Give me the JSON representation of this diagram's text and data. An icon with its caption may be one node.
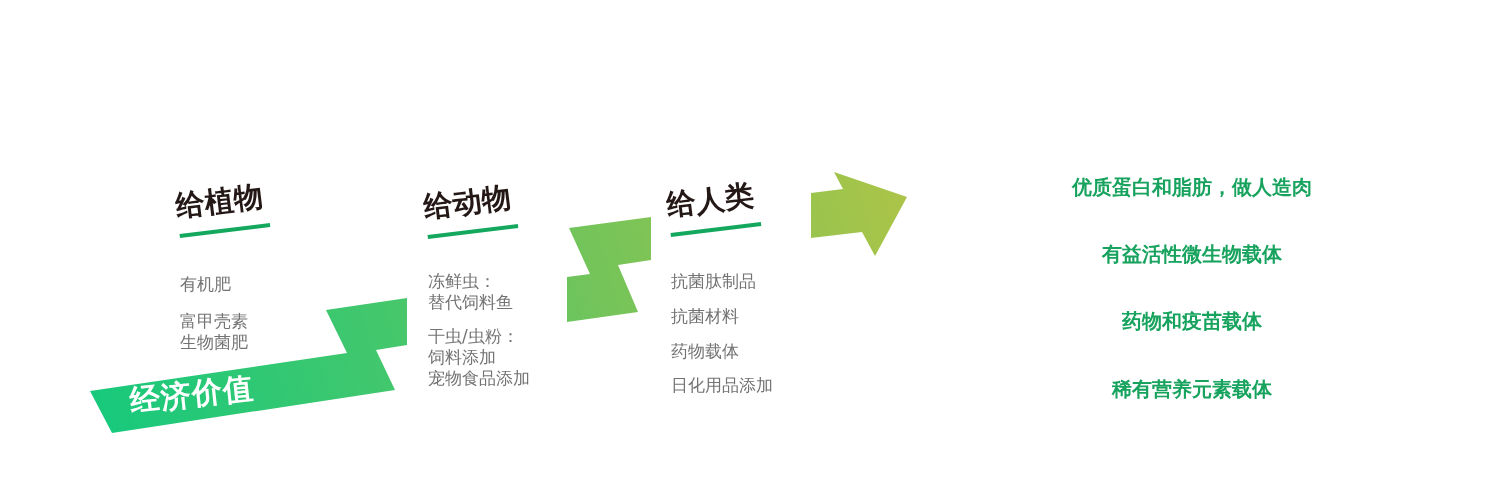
{
  "diagram": {
    "labels": [
      "给植物",
      "有机肥",
      "富甲壳素生物菌肥",
      "经济价值",
      "给动物",
      "冻鲜虫：",
      "替代饲料鱼",
      "干虫/虫粉：",
      "饲料添加",
      "宠物食品添加",
      "给人类",
      "抗菌肽制品",
      "抗菌材料",
      "药物载体",
      "日化用品添加",
      "优质蛋白和脂肪，做人造肉",
      "有益活性微生物载体",
      "药物和疫苗载体",
      "稀有营养元素载体"
    ]
  }
}
